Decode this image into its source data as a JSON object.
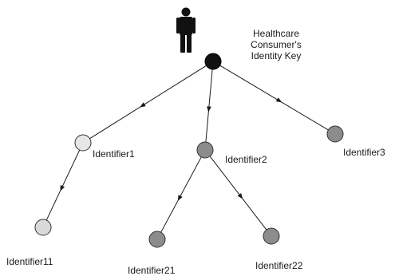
{
  "root": {
    "label_lines": [
      "Healthcare",
      "Consumer's",
      "Identity Key"
    ],
    "fill": "#111111",
    "icon": "person-icon"
  },
  "nodes": [
    {
      "id": "identifier1",
      "label": "Identifier1",
      "fill": "#e6e6e6"
    },
    {
      "id": "identifier2",
      "label": "Identifier2",
      "fill": "#8c8c8c"
    },
    {
      "id": "identifier3",
      "label": "Identifier3",
      "fill": "#8c8c8c"
    },
    {
      "id": "identifier11",
      "label": "Identifier11",
      "fill": "#d9d9d9"
    },
    {
      "id": "identifier21",
      "label": "Identifier21",
      "fill": "#8c8c8c"
    },
    {
      "id": "identifier22",
      "label": "Identifier22",
      "fill": "#8c8c8c"
    }
  ],
  "edges": [
    {
      "from": "root",
      "to": "identifier1"
    },
    {
      "from": "root",
      "to": "identifier2"
    },
    {
      "from": "root",
      "to": "identifier3"
    },
    {
      "from": "identifier1",
      "to": "identifier11"
    },
    {
      "from": "identifier2",
      "to": "identifier21"
    },
    {
      "from": "identifier2",
      "to": "identifier22"
    }
  ]
}
